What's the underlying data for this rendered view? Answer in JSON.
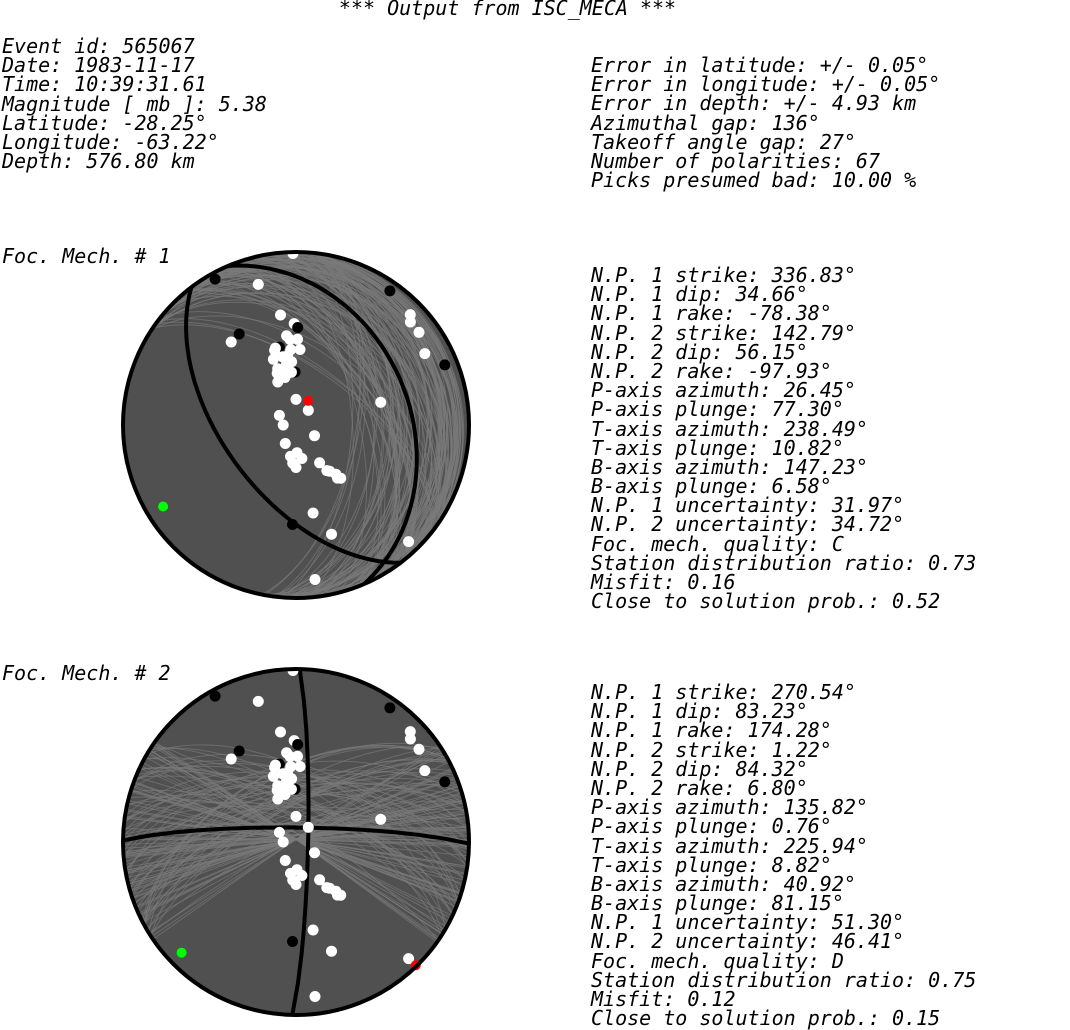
{
  "title": "*** Output from ISC_MECA ***",
  "event": [
    "Event id: 565067",
    "Date: 1983-11-17",
    "Time: 10:39:31.61",
    "Magnitude [ mb ]: 5.38",
    "Latitude: -28.25°",
    "Longitude: -63.22°",
    "Depth: 576.80 km"
  ],
  "errors": [
    "Error in latitude: +/- 0.05°",
    "Error in longitude: +/- 0.05°",
    "Error in depth: +/- 4.93 km",
    "Azimuthal gap: 136°",
    "Takeoff angle gap: 27°",
    "Number of polarities: 67",
    "Picks presumed bad: 10.00 %"
  ],
  "mechanisms": [
    {
      "title": "Foc. Mech. # 1",
      "params": [
        "N.P. 1 strike: 336.83°",
        "N.P. 1 dip: 34.66°",
        "N.P. 1 rake: -78.38°",
        "N.P. 2 strike: 142.79°",
        "N.P. 2 dip: 56.15°",
        "N.P. 2 rake: -97.93°",
        "P-axis azimuth: 26.45°",
        "P-axis plunge: 77.30°",
        "T-axis azimuth: 238.49°",
        "T-axis plunge: 10.82°",
        "B-axis azimuth: 147.23°",
        "B-axis plunge: 6.58°",
        "N.P. 1 uncertainty: 31.97°",
        "N.P. 2 uncertainty: 34.72°",
        "Foc. mech. quality: C",
        "Station distribution ratio: 0.73",
        "Misfit: 0.16",
        "Close to solution prob.: 0.52"
      ],
      "strike1": 336.83,
      "dip1": 34.66,
      "strike2": 142.79,
      "dip2": 56.15,
      "p_azimuth": 26.45,
      "p_plunge": 77.3,
      "t_azimuth": 238.49,
      "t_plunge": 10.82
    },
    {
      "title": "Foc. Mech. # 2",
      "params": [
        "N.P. 1 strike: 270.54°",
        "N.P. 1 dip: 83.23°",
        "N.P. 1 rake: 174.28°",
        "N.P. 2 strike: 1.22°",
        "N.P. 2 dip: 84.32°",
        "N.P. 2 rake: 6.80°",
        "P-axis azimuth: 135.82°",
        "P-axis plunge: 0.76°",
        "T-axis azimuth: 225.94°",
        "T-axis plunge: 8.82°",
        "B-axis azimuth: 40.92°",
        "B-axis plunge: 81.15°",
        "N.P. 1 uncertainty: 51.30°",
        "N.P. 2 uncertainty: 46.41°",
        "Foc. mech. quality: D",
        "Station distribution ratio: 0.75",
        "Misfit: 0.12",
        "Close to solution prob.: 0.15"
      ],
      "strike1": 270.54,
      "dip1": 83.23,
      "strike2": 1.22,
      "dip2": 84.32,
      "p_azimuth": 135.82,
      "p_plunge": 0.76,
      "t_azimuth": 225.94,
      "t_plunge": 8.82
    }
  ],
  "colors": {
    "fill": "#505050",
    "lines": "#7a7a7a",
    "outline": "#000000",
    "compression": "#000000",
    "dilatation": "#ffffff",
    "p_axis": "#ff0000",
    "t_axis": "#00ff00"
  },
  "polarities": [
    {
      "azimuth": 359,
      "takeoff": 89,
      "polarity": "D"
    },
    {
      "azimuth": 331,
      "takeoff": 86,
      "polarity": "C"
    },
    {
      "azimuth": 345,
      "takeoff": 73,
      "polarity": "D"
    },
    {
      "azimuth": 352,
      "takeoff": 54,
      "polarity": "D"
    },
    {
      "azimuth": 359,
      "takeoff": 49,
      "polarity": "D"
    },
    {
      "azimuth": 354,
      "takeoff": 43,
      "polarity": "D"
    },
    {
      "azimuth": 356,
      "takeoff": 41,
      "polarity": "D"
    },
    {
      "azimuth": 1,
      "takeoff": 41,
      "polarity": "D"
    },
    {
      "azimuth": 1,
      "takeoff": 47,
      "polarity": "C"
    },
    {
      "azimuth": 348,
      "takeoff": 38,
      "polarity": "C"
    },
    {
      "azimuth": 345,
      "takeoff": 38,
      "polarity": "D"
    },
    {
      "azimuth": 344,
      "takeoff": 37,
      "polarity": "D"
    },
    {
      "azimuth": 341,
      "takeoff": 33,
      "polarity": "D"
    },
    {
      "azimuth": 349,
      "takeoff": 33,
      "polarity": "D"
    },
    {
      "azimuth": 353,
      "takeoff": 33,
      "polarity": "D"
    },
    {
      "azimuth": 356,
      "takeoff": 36,
      "polarity": "D"
    },
    {
      "azimuth": 3,
      "takeoff": 36,
      "polarity": "D"
    },
    {
      "azimuth": 351,
      "takeoff": 29,
      "polarity": "D"
    },
    {
      "azimuth": 356,
      "takeoff": 30,
      "polarity": "D"
    },
    {
      "azimuth": 342,
      "takeoff": 28,
      "polarity": "D"
    },
    {
      "azimuth": 347,
      "takeoff": 26,
      "polarity": "D"
    },
    {
      "azimuth": 359,
      "takeoff": 25,
      "polarity": "C"
    },
    {
      "azimuth": 355,
      "takeoff": 25,
      "polarity": "D"
    },
    {
      "azimuth": 347,
      "takeoff": 23,
      "polarity": "D"
    },
    {
      "azimuth": 337,
      "takeoff": 22,
      "polarity": "D"
    },
    {
      "azimuth": 340,
      "takeoff": 26,
      "polarity": "D"
    },
    {
      "azimuth": 35,
      "takeoff": 84,
      "polarity": "C"
    },
    {
      "azimuth": 46,
      "takeoff": 81,
      "polarity": "D"
    },
    {
      "azimuth": 48,
      "takeoff": 78,
      "polarity": "D"
    },
    {
      "azimuth": 53,
      "takeoff": 78,
      "polarity": "D"
    },
    {
      "azimuth": 61,
      "takeoff": 74,
      "polarity": "D"
    },
    {
      "azimuth": 68,
      "takeoff": 82,
      "polarity": "C"
    },
    {
      "azimuth": 75,
      "takeoff": 42,
      "polarity": "D"
    },
    {
      "azimuth": 322,
      "takeoff": 51,
      "polarity": "D"
    },
    {
      "azimuth": 328,
      "takeoff": 52,
      "polarity": "C"
    },
    {
      "azimuth": 148,
      "takeoff": 21,
      "polarity": "D"
    },
    {
      "azimuth": 146,
      "takeoff": 26,
      "polarity": "D"
    },
    {
      "azimuth": 144,
      "takeoff": 27,
      "polarity": "D"
    },
    {
      "azimuth": 141,
      "takeoff": 30,
      "polarity": "D"
    },
    {
      "azimuth": 142,
      "takeoff": 32,
      "polarity": "D"
    },
    {
      "azimuth": 140,
      "takeoff": 33,
      "polarity": "D"
    },
    {
      "azimuth": 169,
      "takeoff": 43,
      "polarity": "D"
    },
    {
      "azimuth": 162,
      "takeoff": 56,
      "polarity": "D"
    },
    {
      "azimuth": 136,
      "takeoff": 83,
      "polarity": "D"
    },
    {
      "azimuth": 182,
      "takeoff": 48,
      "polarity": "C"
    },
    {
      "azimuth": 173,
      "takeoff": 79,
      "polarity": "D"
    },
    {
      "azimuth": 180,
      "takeoff": 20,
      "polarity": "D"
    },
    {
      "azimuth": 185,
      "takeoff": 18,
      "polarity": "D"
    },
    {
      "azimuth": 190,
      "takeoff": 15,
      "polarity": "D"
    },
    {
      "azimuth": 170,
      "takeoff": 16,
      "polarity": "D"
    },
    {
      "azimuth": 178,
      "takeoff": 13,
      "polarity": "D"
    },
    {
      "azimuth": 0,
      "takeoff": 12,
      "polarity": "D"
    },
    {
      "azimuth": 40,
      "takeoff": 9,
      "polarity": "D"
    },
    {
      "azimuth": 120,
      "takeoff": 10,
      "polarity": "D"
    },
    {
      "azimuth": 210,
      "takeoff": 10,
      "polarity": "D"
    },
    {
      "azimuth": 300,
      "takeoff": 9,
      "polarity": "D"
    },
    {
      "azimuth": 270,
      "takeoff": 6,
      "polarity": "D"
    }
  ]
}
